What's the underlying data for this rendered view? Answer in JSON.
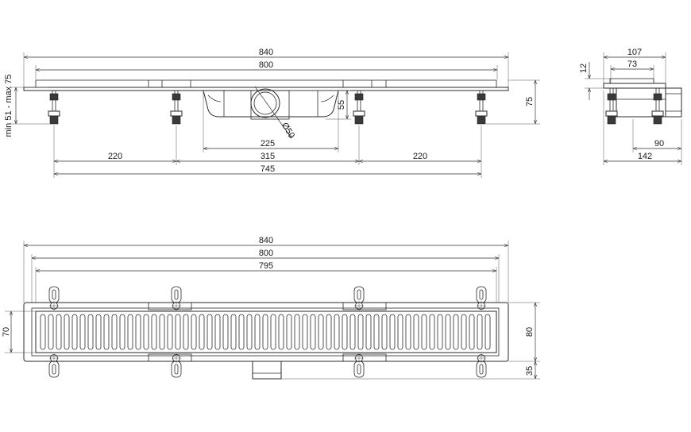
{
  "front_view": {
    "dims": {
      "overall": "840",
      "grate": "800",
      "height_range": "min 51 - max 75",
      "outlet_height": "55",
      "total_height": "75",
      "outlet_diameter": "Ø50",
      "body_width": "225",
      "leg_left": "220",
      "leg_center": "315",
      "leg_right": "220",
      "leg_span": "745"
    }
  },
  "side_view": {
    "dims": {
      "width_top": "107",
      "width_inner": "73",
      "flange": "12",
      "depth_90": "90",
      "depth_142": "142"
    }
  },
  "top_view": {
    "dims": {
      "overall": "840",
      "grate": "800",
      "inner": "795",
      "grate_width": "70",
      "frame_width": "80",
      "outlet_offset": "35"
    }
  }
}
